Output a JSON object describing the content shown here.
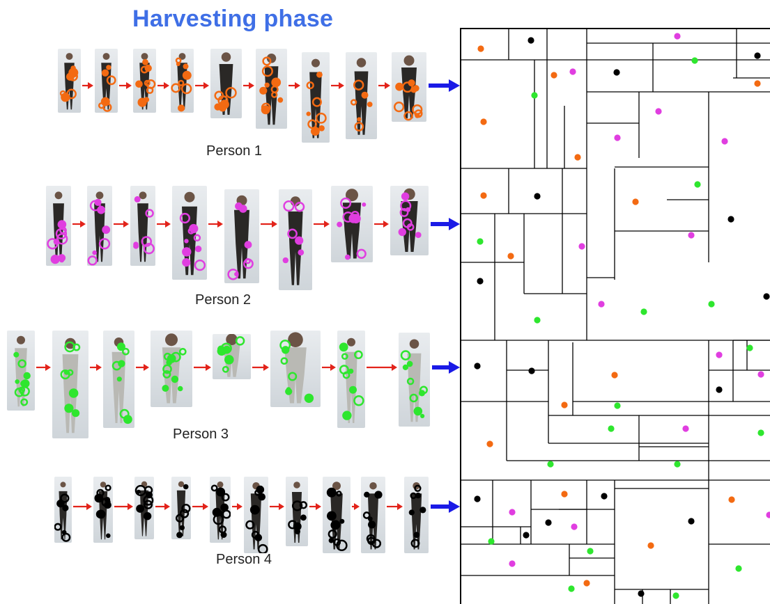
{
  "title": "Harvesting phase",
  "persons": [
    {
      "label": "Person 1",
      "color": "#f36a12"
    },
    {
      "label": "Person 2",
      "color": "#e03ee0"
    },
    {
      "label": "Person 3",
      "color": "#2ee62e"
    },
    {
      "label": "Person 4",
      "color": "#000000"
    }
  ],
  "colors": {
    "title": "#3f6fe6",
    "arrow_small": "#e2231a",
    "arrow_big": "#1a1ae6"
  }
}
